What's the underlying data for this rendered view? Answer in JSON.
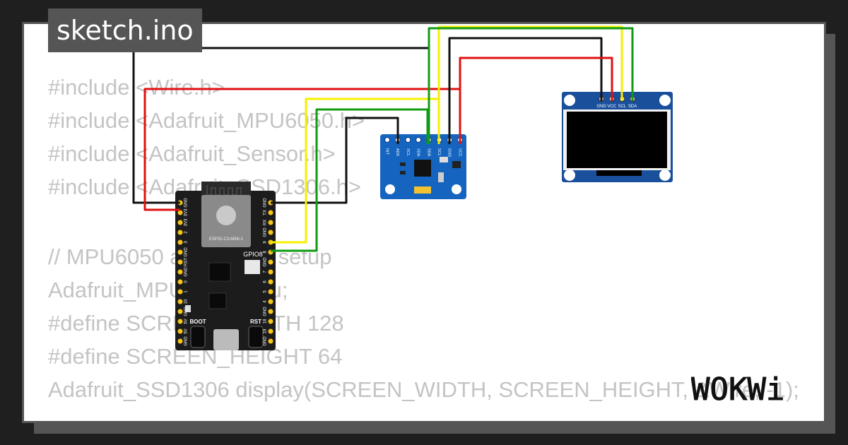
{
  "file_tab": {
    "name": "sketch.ino"
  },
  "code_lines": [
    "#include <Wire.h>",
    "#include <Adafruit_MPU6050.h>",
    "#include <Adafruit_Sensor.h>",
    "#include <Adafruit_SSD1306.h>",
    "",
    "// MPU6050 and OLED setup",
    "Adafruit_MPU6050 mpu;",
    "#define SCREEN_WIDTH 128",
    "#define SCREEN_HEIGHT 64",
    "Adafruit_SSD1306 display(SCREEN_WIDTH, SCREEN_HEIGHT, &Wire, -1);"
  ],
  "esp32": {
    "module_label": "ESP32-C3-MINI-1",
    "gpio_label": "GPIO8",
    "boot_label": "BOOT",
    "rst_label": "RST",
    "left_pins": [
      "GND",
      "3V3",
      "3V3",
      "2",
      "3",
      "GND",
      "RST",
      "GND",
      "0",
      "1",
      "10",
      "GND",
      "5V",
      "5V",
      "GND"
    ],
    "right_pins": [
      "GND",
      "TX",
      "RX",
      "GND",
      "9",
      "8",
      "GND",
      "7",
      "6",
      "5",
      "4",
      "GND",
      "18",
      "19",
      "GND"
    ]
  },
  "mpu6050": {
    "pins": [
      "INT",
      "AD0",
      "XCL",
      "XDA",
      "SDA",
      "SCL",
      "GND",
      "VCC"
    ]
  },
  "oled": {
    "pins": [
      "GND",
      "VCC",
      "SCL",
      "SDA"
    ]
  },
  "wire_colors": {
    "gnd": "#111111",
    "vcc": "#e01010",
    "scl": "#f5f000",
    "sda": "#129a12"
  },
  "brand": {
    "logo": "WOKWi"
  }
}
